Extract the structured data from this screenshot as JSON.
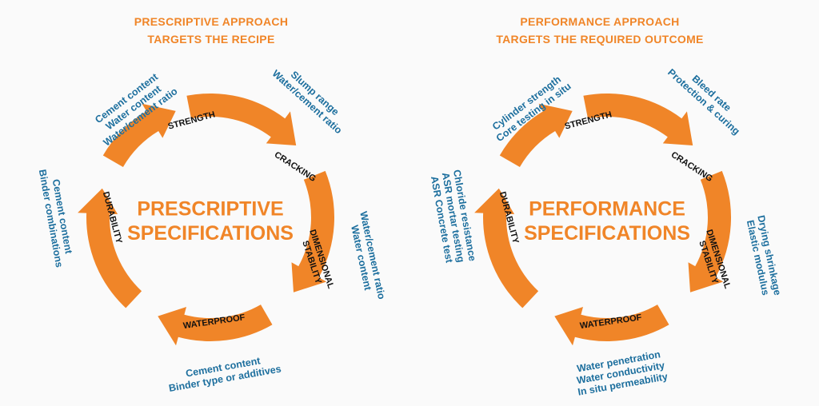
{
  "colors": {
    "arrow": "#f08528",
    "title": "#f08528",
    "stage": "#111111",
    "item": "#1d6f9e",
    "background": "#fafafa"
  },
  "diagrams": [
    {
      "header": [
        "PRESCRIPTIVE APPROACH",
        "TARGETS THE RECIPE"
      ],
      "center": [
        "PRESCRIPTIVE",
        "SPECIFICATIONS"
      ],
      "stages": {
        "strength": "STRENGTH",
        "cracking": "CRACKING",
        "dimensional": [
          "DIMENSIONAL",
          "STABILITY"
        ],
        "waterproof": "WATERPROOF",
        "durability": "DURABILITY"
      },
      "notes": {
        "strength": [
          "Cement content",
          "Water content",
          "Water/cement ratio"
        ],
        "cracking": [
          "Slump range",
          "Water/cement ratio"
        ],
        "dimensional": [
          "Water/cement ratio",
          "Water content"
        ],
        "waterproof": [
          "Cement content",
          "Binder type or additives"
        ],
        "durability": [
          "Cement content",
          "Binder combinations"
        ]
      }
    },
    {
      "header": [
        "PERFORMANCE APPROACH",
        "TARGETS THE REQUIRED OUTCOME"
      ],
      "center": [
        "PERFORMANCE",
        "SPECIFICATIONS"
      ],
      "stages": {
        "strength": "STRENGTH",
        "cracking": "CRACKING",
        "dimensional": [
          "DIMENSIONAL",
          "STABILITY"
        ],
        "waterproof": "WATERPROOF",
        "durability": "DURABILITY"
      },
      "notes": {
        "strength": [
          "Cylinder strength",
          "Core testing in situ"
        ],
        "cracking": [
          "Bleed rate",
          "Protection & curing"
        ],
        "dimensional": [
          "Drying shrinkage",
          "Elastic modulus"
        ],
        "waterproof": [
          "Water penetration",
          "Water conductivity",
          "In situ permeability"
        ],
        "durability": [
          "Chloride resistance",
          "ASR mortar testing",
          "ASR Concrete test"
        ]
      }
    }
  ]
}
